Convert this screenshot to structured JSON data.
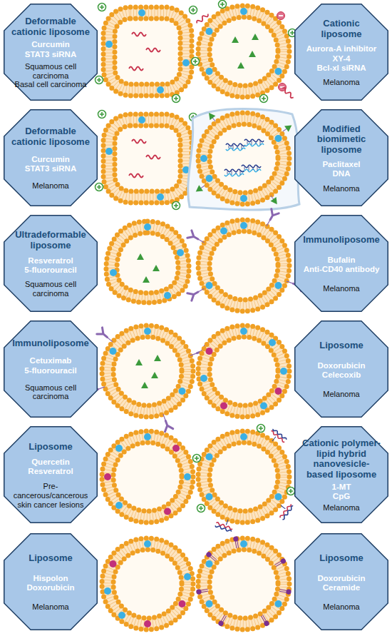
{
  "diagram": {
    "nodes": [
      {
        "text": [
          "Deformable cationic liposome",
          "Curcumin",
          "STAT3 siRNA",
          "Squamous cell carcinoma",
          "Basal cell carcinoma"
        ]
      },
      {
        "text": [
          "Cationic liposome",
          "Aurora-A inhibitor XY-4",
          "Bcl-xl siRNA",
          "Melanoma"
        ]
      },
      {
        "text": [
          "Deformable cationic liposome",
          "Curcumin",
          "STAT3 siRNA",
          "Melanoma"
        ]
      },
      {
        "text": [
          "Modified biomimetic liposome",
          "Paclitaxel",
          "DNA",
          "Melanoma"
        ]
      },
      {
        "text": [
          "Ultradeformable liposome",
          "Resveratrol",
          "5-fluorouracil",
          "Squamous cell carcinoma"
        ]
      },
      {
        "text": [
          "Immunoliposome",
          "Bufalin",
          "Anti-CD40 antibody",
          "Melanoma"
        ]
      },
      {
        "text": [
          "Immunoliposome",
          "Cetuximab",
          "5-fluorouracil",
          "Squamous cell carcinoma"
        ]
      },
      {
        "text": [
          "Liposome",
          "Doxorubicin",
          "Celecoxib",
          "Melanoma"
        ]
      },
      {
        "text": [
          "Liposome",
          "Quercetin",
          "Resveratrol",
          "Pre-cancerous/cancerous skin cancer lesions"
        ]
      },
      {
        "text": [
          "Cationic polymer-lipid hybrid nanovesicle-based liposome",
          "1-MT",
          "CpG",
          "Melanoma"
        ]
      },
      {
        "text": [
          "Liposome",
          "Hispolon",
          "Doxorubicin",
          "Melanoma"
        ]
      },
      {
        "text": [
          "Liposome",
          "Doxorubicin",
          "Ceramide",
          "Melanoma"
        ]
      }
    ]
  }
}
